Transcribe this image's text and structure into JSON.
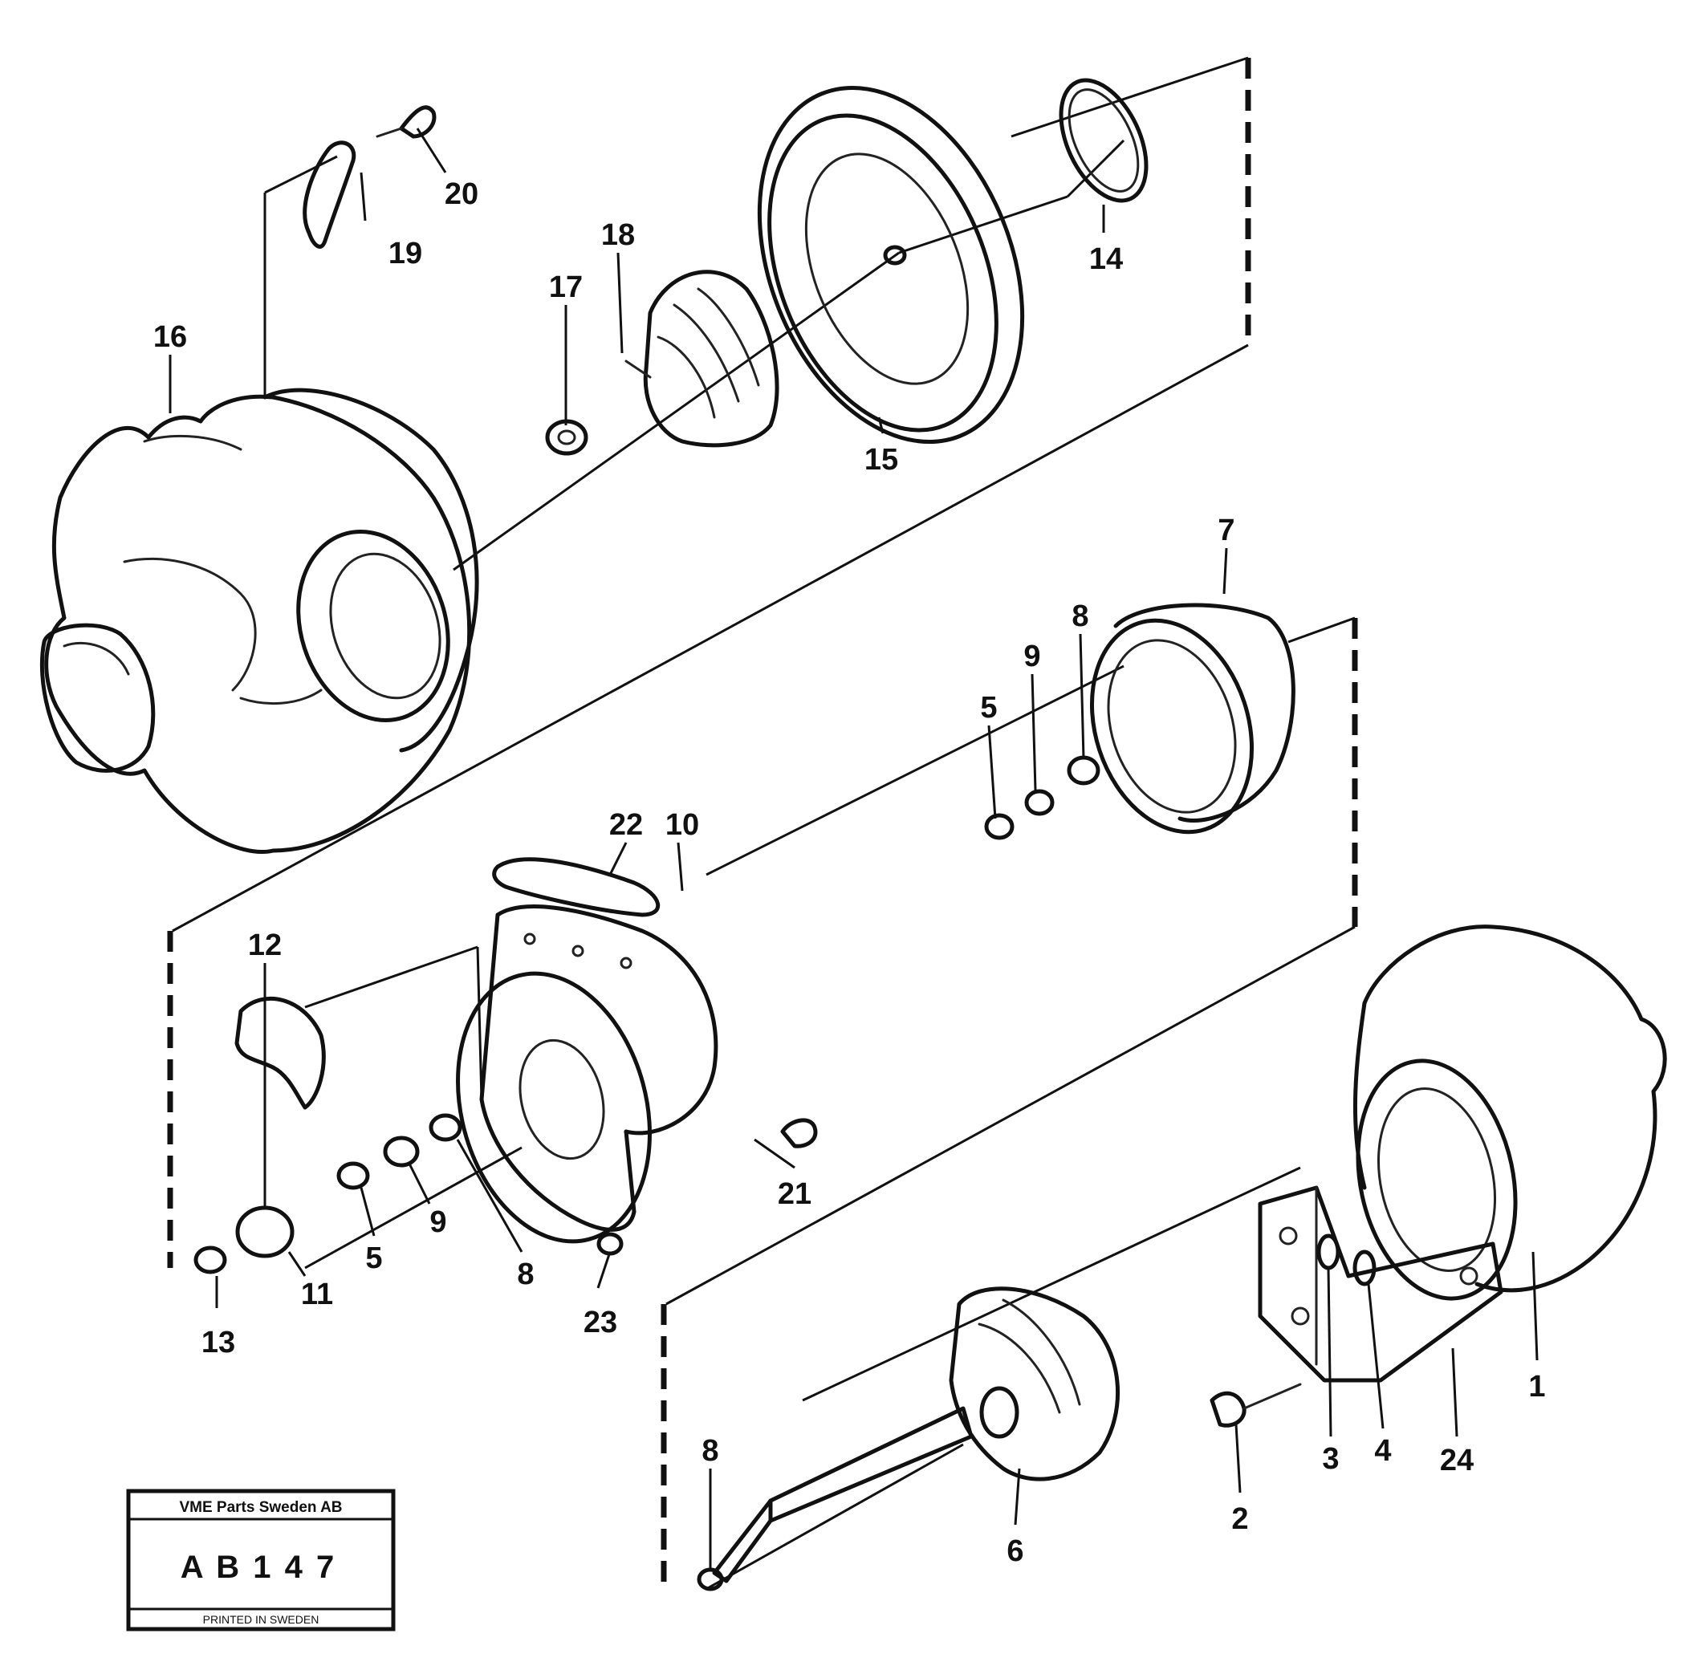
{
  "callouts": {
    "c1": "1",
    "c2": "2",
    "c3": "3",
    "c4": "4",
    "c5a": "5",
    "c5b": "5",
    "c6": "6",
    "c7": "7",
    "c8a": "8",
    "c8b": "8",
    "c8c": "8",
    "c9a": "9",
    "c9b": "9",
    "c10": "10",
    "c11": "11",
    "c12": "12",
    "c13": "13",
    "c14": "14",
    "c15": "15",
    "c16": "16",
    "c17": "17",
    "c18": "18",
    "c19": "19",
    "c20": "20",
    "c21": "21",
    "c22": "22",
    "c23": "23",
    "c24": "24"
  },
  "stamp": {
    "header": "VME Parts Sweden AB",
    "code": "A B 1 4 7",
    "footer": "PRINTED IN SWEDEN"
  }
}
